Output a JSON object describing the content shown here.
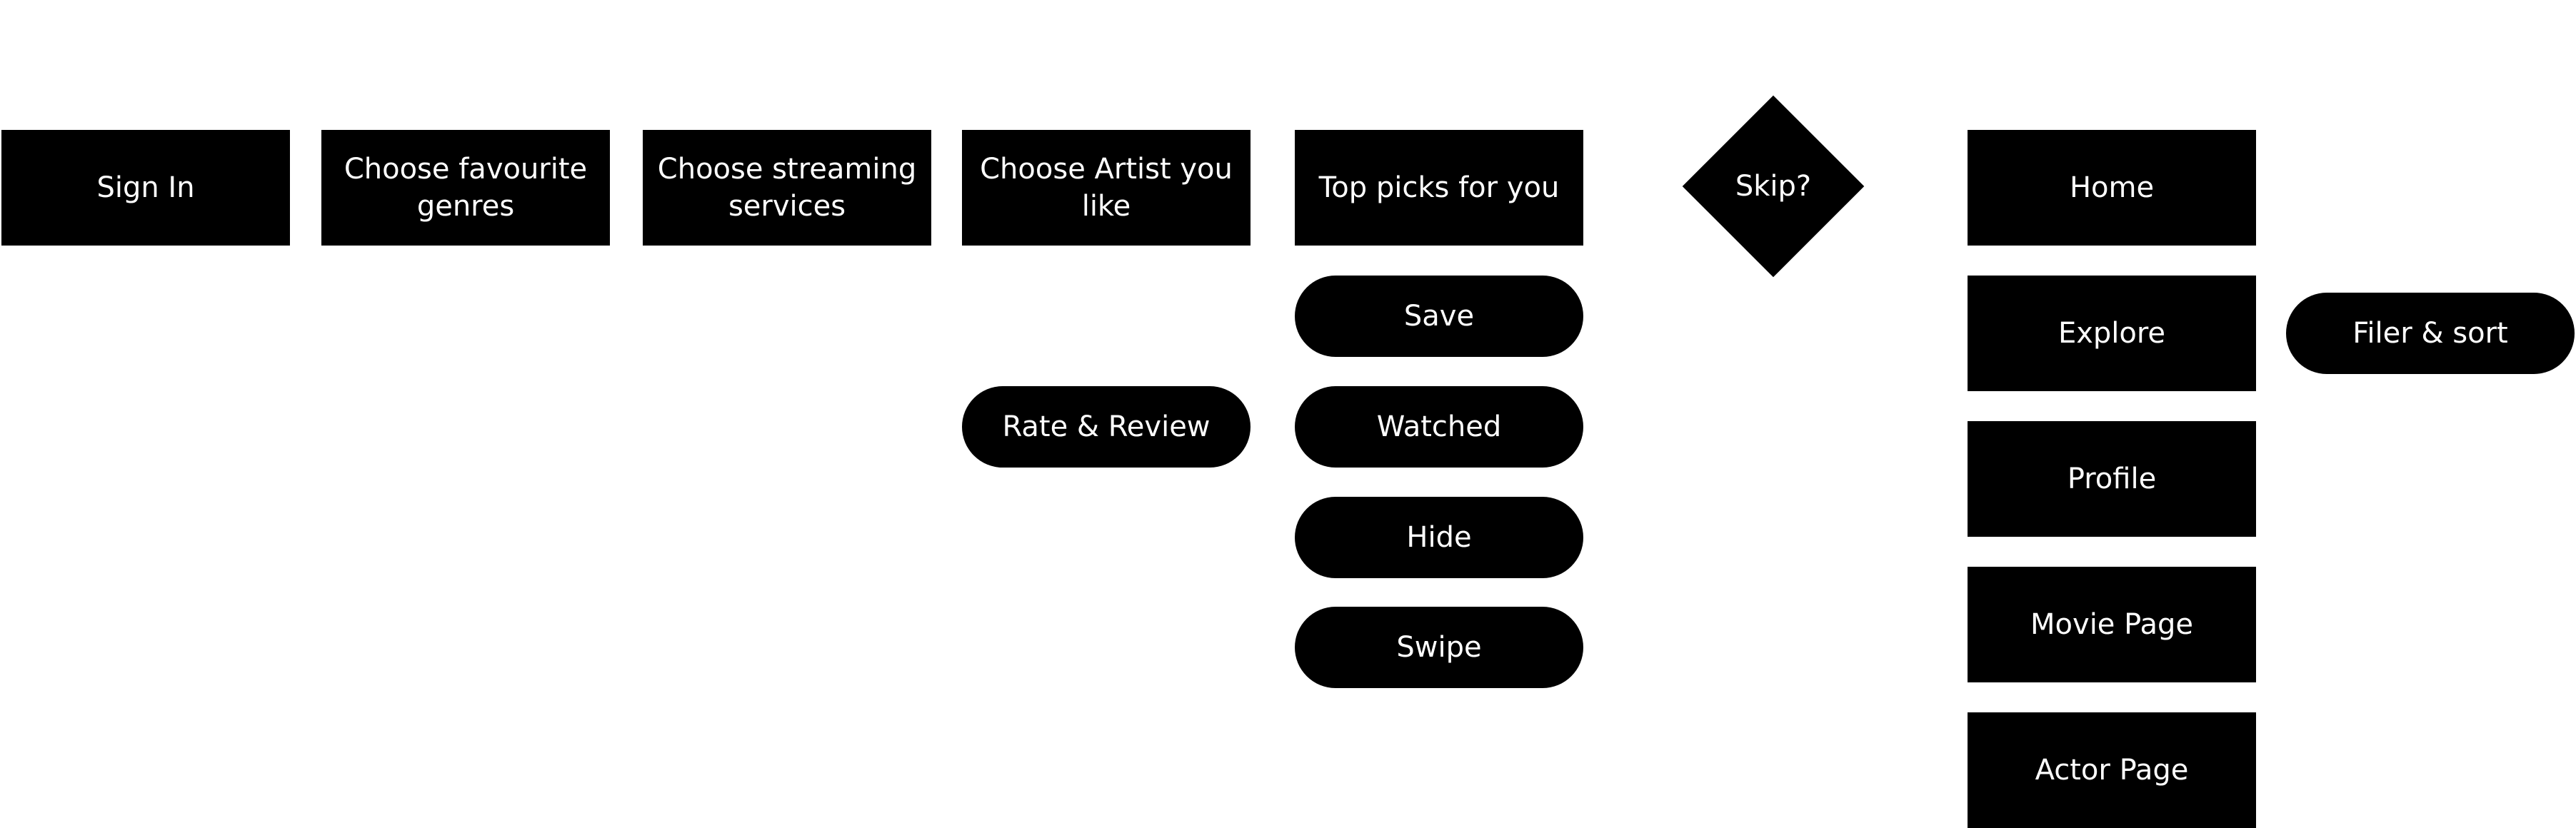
{
  "colors": {
    "node_fill": "#000000",
    "node_text": "#ffffff",
    "background": "#ffffff"
  },
  "onboarding": {
    "sign_in": "Sign In",
    "choose_genres": "Choose favourite genres",
    "choose_services": "Choose streaming services",
    "choose_artist": "Choose Artist you like",
    "top_picks": "Top picks for you",
    "skip_decision": "Skip?"
  },
  "artist_actions": {
    "rate_review": "Rate & Review"
  },
  "top_picks_actions": {
    "save": "Save",
    "watched": "Watched",
    "hide": "Hide",
    "swipe": "Swipe"
  },
  "app_pages": {
    "home": "Home",
    "explore": "Explore",
    "profile": "Profile",
    "movie_page": "Movie Page",
    "actor_page": "Actor Page"
  },
  "explore_actions": {
    "filter_sort": "Filer & sort"
  }
}
